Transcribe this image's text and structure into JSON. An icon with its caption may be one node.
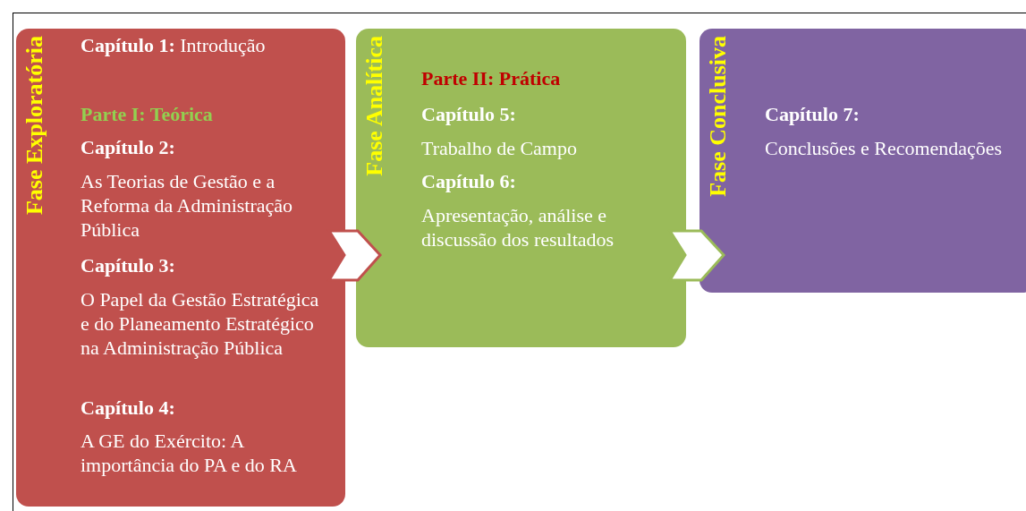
{
  "diagram": {
    "nodes": [
      {
        "text": [
          "Fase Exploratória",
          "**Capítulo 1:** Introdução",
          "Parte I: Teórica",
          "Capítulo 2:",
          "As Teorias de Gestão e a Reforma da Administração Pública",
          "Capítulo 3:",
          "O Papel da Gestão Estratégica e do Planeamento Estratégico na Administração Pública",
          "Capítulo 4:",
          "A GE do Exército: A importância do PA e do RA"
        ]
      },
      {
        "text": [
          "Fase Analítica",
          "Parte II: Prática",
          "Capítulo 5:",
          "Trabalho de Campo",
          "Capítulo 6:",
          "Apresentação, análise e discussão dos resultados"
        ]
      },
      {
        "text": [
          "Fase Conclusiva",
          "Capítulo 7:",
          "Conclusões e Recomendações"
        ]
      }
    ],
    "edges": [
      {
        "from": 0,
        "to": 1,
        "arrow": "to",
        "color": "#c0504d"
      },
      {
        "from": 1,
        "to": 2,
        "arrow": "to",
        "color": "#9bbb59"
      }
    ]
  }
}
